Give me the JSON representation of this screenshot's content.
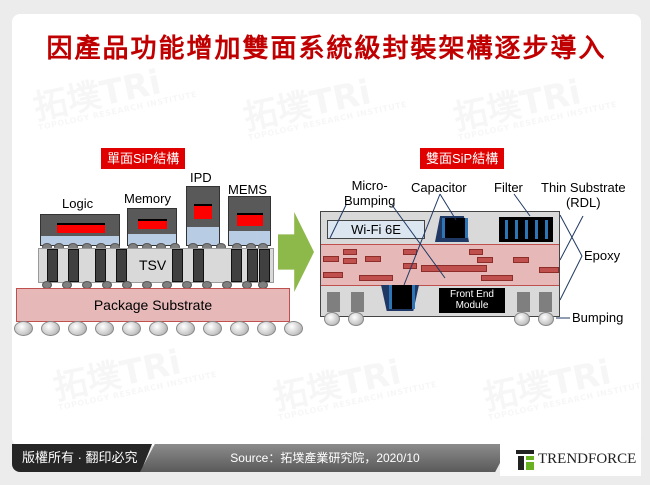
{
  "title": "因產品功能增加雙面系統級封裝架構逐步導入",
  "watermark": {
    "text": "拓墣TRi",
    "subtext": "TOPOLOGY RESEARCH INSTITUTE"
  },
  "left_diagram": {
    "tag": "單面SiP結構",
    "components": [
      "Logic",
      "Memory",
      "IPD",
      "MEMS"
    ],
    "interposer_label": "TSV",
    "substrate_label": "Package Substrate"
  },
  "arrow": {
    "color": "#8db84a",
    "direction": "right"
  },
  "right_diagram": {
    "tag": "雙面SiP結構",
    "labels": {
      "micro_bumping": "Micro-\nBumping",
      "micro_bumping_l1": "Micro-",
      "micro_bumping_l2": "Bumping",
      "capacitor": "Capacitor",
      "filter": "Filter",
      "thin_substrate_l1": "Thin Substrate",
      "thin_substrate_l2": "(RDL)",
      "epoxy": "Epoxy",
      "bumping": "Bumping"
    },
    "wifi_chip": "Wi-Fi 6E",
    "fem_l1": "Front End",
    "fem_l2": "Module"
  },
  "footer": {
    "copyright": "版權所有 · 翻印必究",
    "source": "Source：拓墣產業研究院，2020/10",
    "brand": "TRENDFORCE"
  },
  "colors": {
    "title": "#c00000",
    "tag_bg": "#e00000",
    "substrate": "#e6b9b8",
    "rdl": "#c0504d",
    "arrow": "#8db84a"
  }
}
